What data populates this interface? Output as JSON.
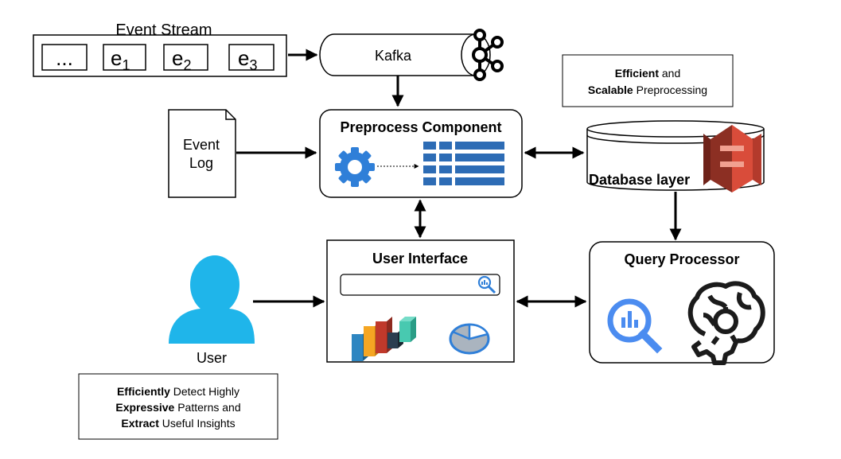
{
  "event_stream": {
    "title": "Event Stream",
    "cells": [
      {
        "base": "...",
        "sub": ""
      },
      {
        "base": "e",
        "sub": "1"
      },
      {
        "base": "e",
        "sub": "2"
      },
      {
        "base": "e",
        "sub": "3"
      }
    ]
  },
  "kafka": {
    "label": "Kafka"
  },
  "note_preprocessing": {
    "bold1": "Efficient",
    "text1": " and",
    "bold2": "Scalable",
    "text2": " Preprocessing"
  },
  "event_log": {
    "line1": "Event",
    "line2": "Log"
  },
  "preprocess": {
    "title": "Preprocess Component"
  },
  "database": {
    "label": "Database layer"
  },
  "user_interface": {
    "title": "User Interface"
  },
  "query_processor": {
    "title": "Query Processor"
  },
  "user": {
    "label": "User"
  },
  "note_insights": {
    "l1_bold": "Efficiently",
    "l1_text": " Detect Highly",
    "l2_bold": "Expressive",
    "l2_text": " Patterns and",
    "l3_bold": "Extract",
    "l3_text": " Useful Insights"
  },
  "colors": {
    "gear_blue": "#2f7fd8",
    "table_blue": "#2d6cb5",
    "user_cyan": "#1fb5ea",
    "s3_red": "#d94c3a",
    "bigquery_blue": "#4b8cf0"
  }
}
